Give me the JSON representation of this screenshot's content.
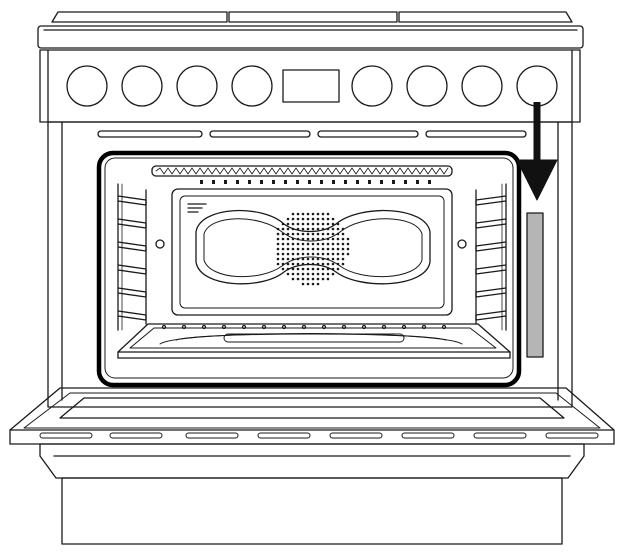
{
  "diagram": {
    "subject": "range-oven-front-view-door-open",
    "knob_count": 8,
    "has_display": true,
    "oven_rack_count": 1,
    "side_rack_rungs_per_side": 6,
    "highlight": {
      "target": "right-side-front-frame-strip",
      "arrow_direction": "down",
      "arrow_color": "#111111",
      "highlight_fill": "#b5b5b5"
    },
    "colors": {
      "line": "#1a1a1a",
      "cavity_outline": "#000000",
      "background": "#ffffff"
    }
  }
}
